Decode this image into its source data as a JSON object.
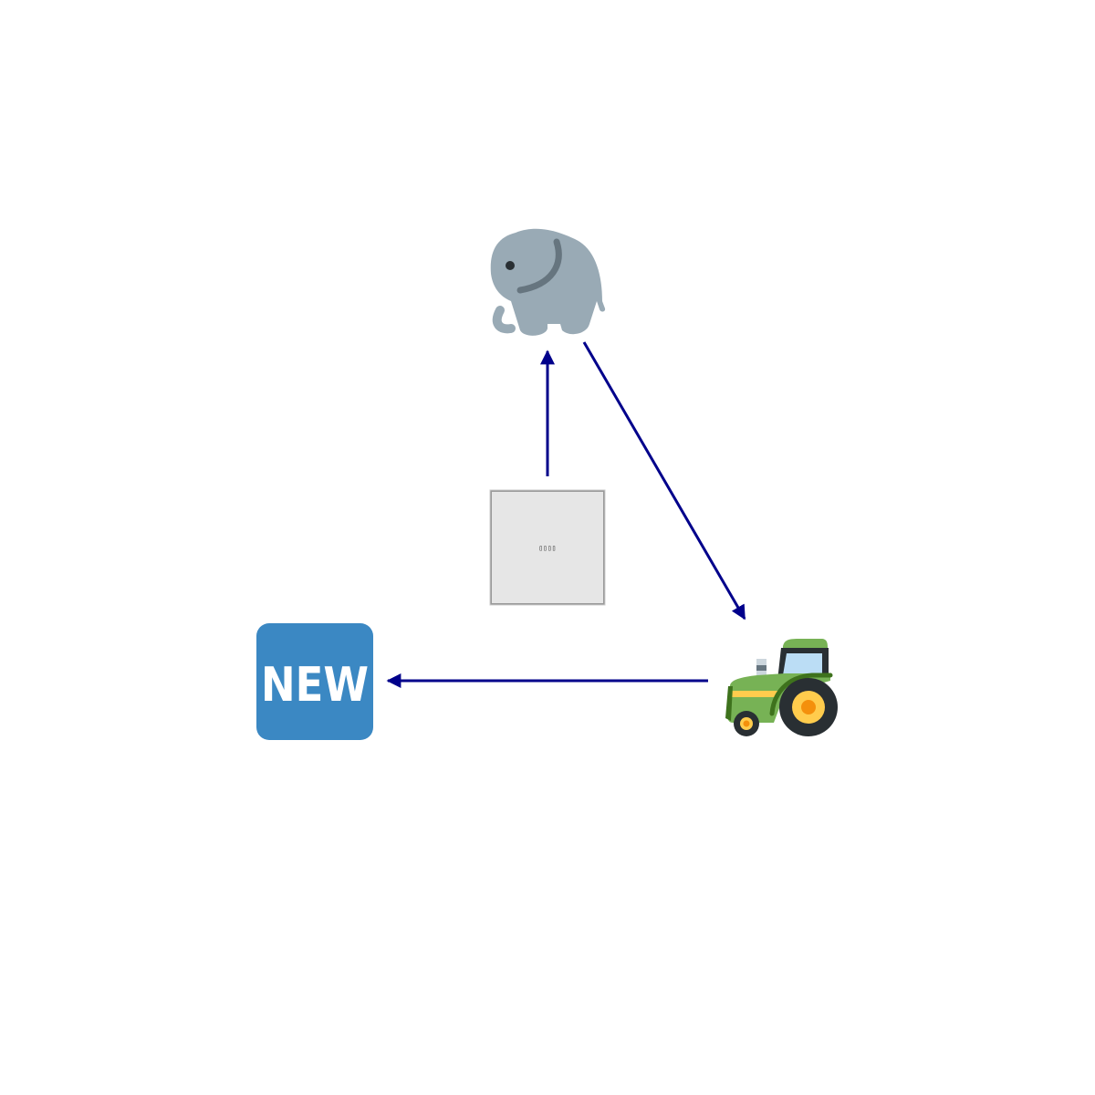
{
  "diagram": {
    "nodes": {
      "elephant": {
        "icon": "elephant-icon"
      },
      "tractor": {
        "icon": "tractor-icon"
      },
      "new_badge": {
        "icon": "new-badge-icon",
        "label": "NEW"
      },
      "center_box": {
        "icon": "placeholder-box",
        "label": "▯▯▯▯"
      }
    },
    "edges": [
      {
        "from": "center_box",
        "to": "elephant"
      },
      {
        "from": "elephant",
        "to": "tractor"
      },
      {
        "from": "tractor",
        "to": "new_badge"
      }
    ]
  },
  "colors": {
    "arrow": "#00008b",
    "elephant_body": "#99aab5",
    "elephant_dark": "#66757f",
    "new_badge_bg": "#3b88c3",
    "tractor_body": "#77b255",
    "tractor_dark": "#3e721d",
    "tractor_stripe": "#ffcc4d",
    "tractor_window": "#bbddf5",
    "tire": "#292f33",
    "hub": "#f4900c",
    "box_fill": "#e6e6e6",
    "box_stroke": "#999999"
  }
}
